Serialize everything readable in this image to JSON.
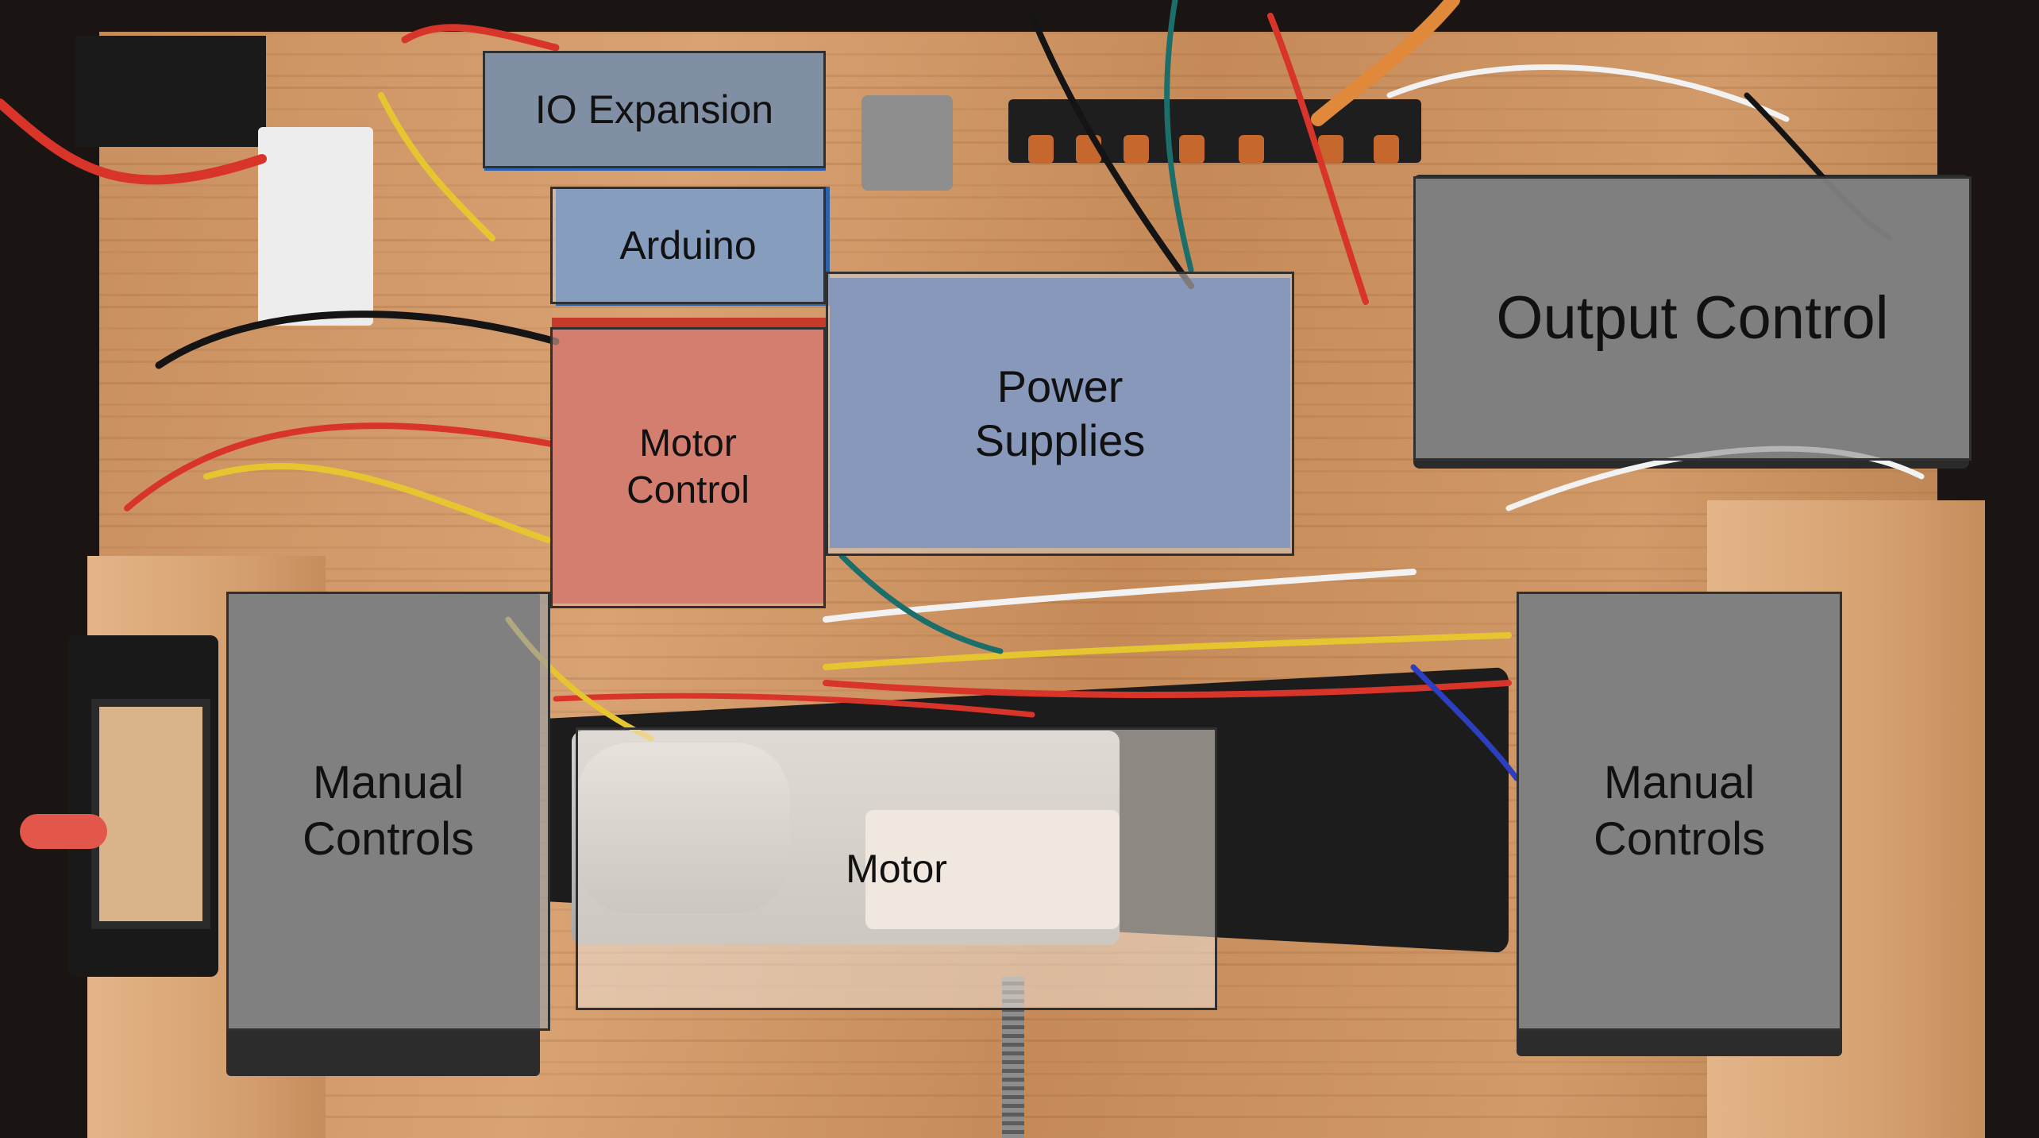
{
  "image": {
    "description_labels": {
      "io_expansion": "IO Expansion",
      "arduino": "Arduino",
      "motor_control": "Motor\nControl",
      "power_supplies": "Power\nSupplies",
      "output_control": "Output Control",
      "manual_controls_left": "Manual\nControls",
      "manual_controls_right": "Manual\nControls",
      "motor": "Motor"
    }
  },
  "colors": {
    "board_wood": "#d29a69",
    "overlay_gray": "#9e9e9e",
    "overlay_border": "#303030",
    "label_text": "#111111",
    "wire_red": "#d8342a",
    "wire_black": "#141414",
    "wire_yellow": "#e6c630",
    "wire_white": "#f2f2f2",
    "wire_blue": "#2b3fbf",
    "wire_teal": "#1c6e6a"
  }
}
